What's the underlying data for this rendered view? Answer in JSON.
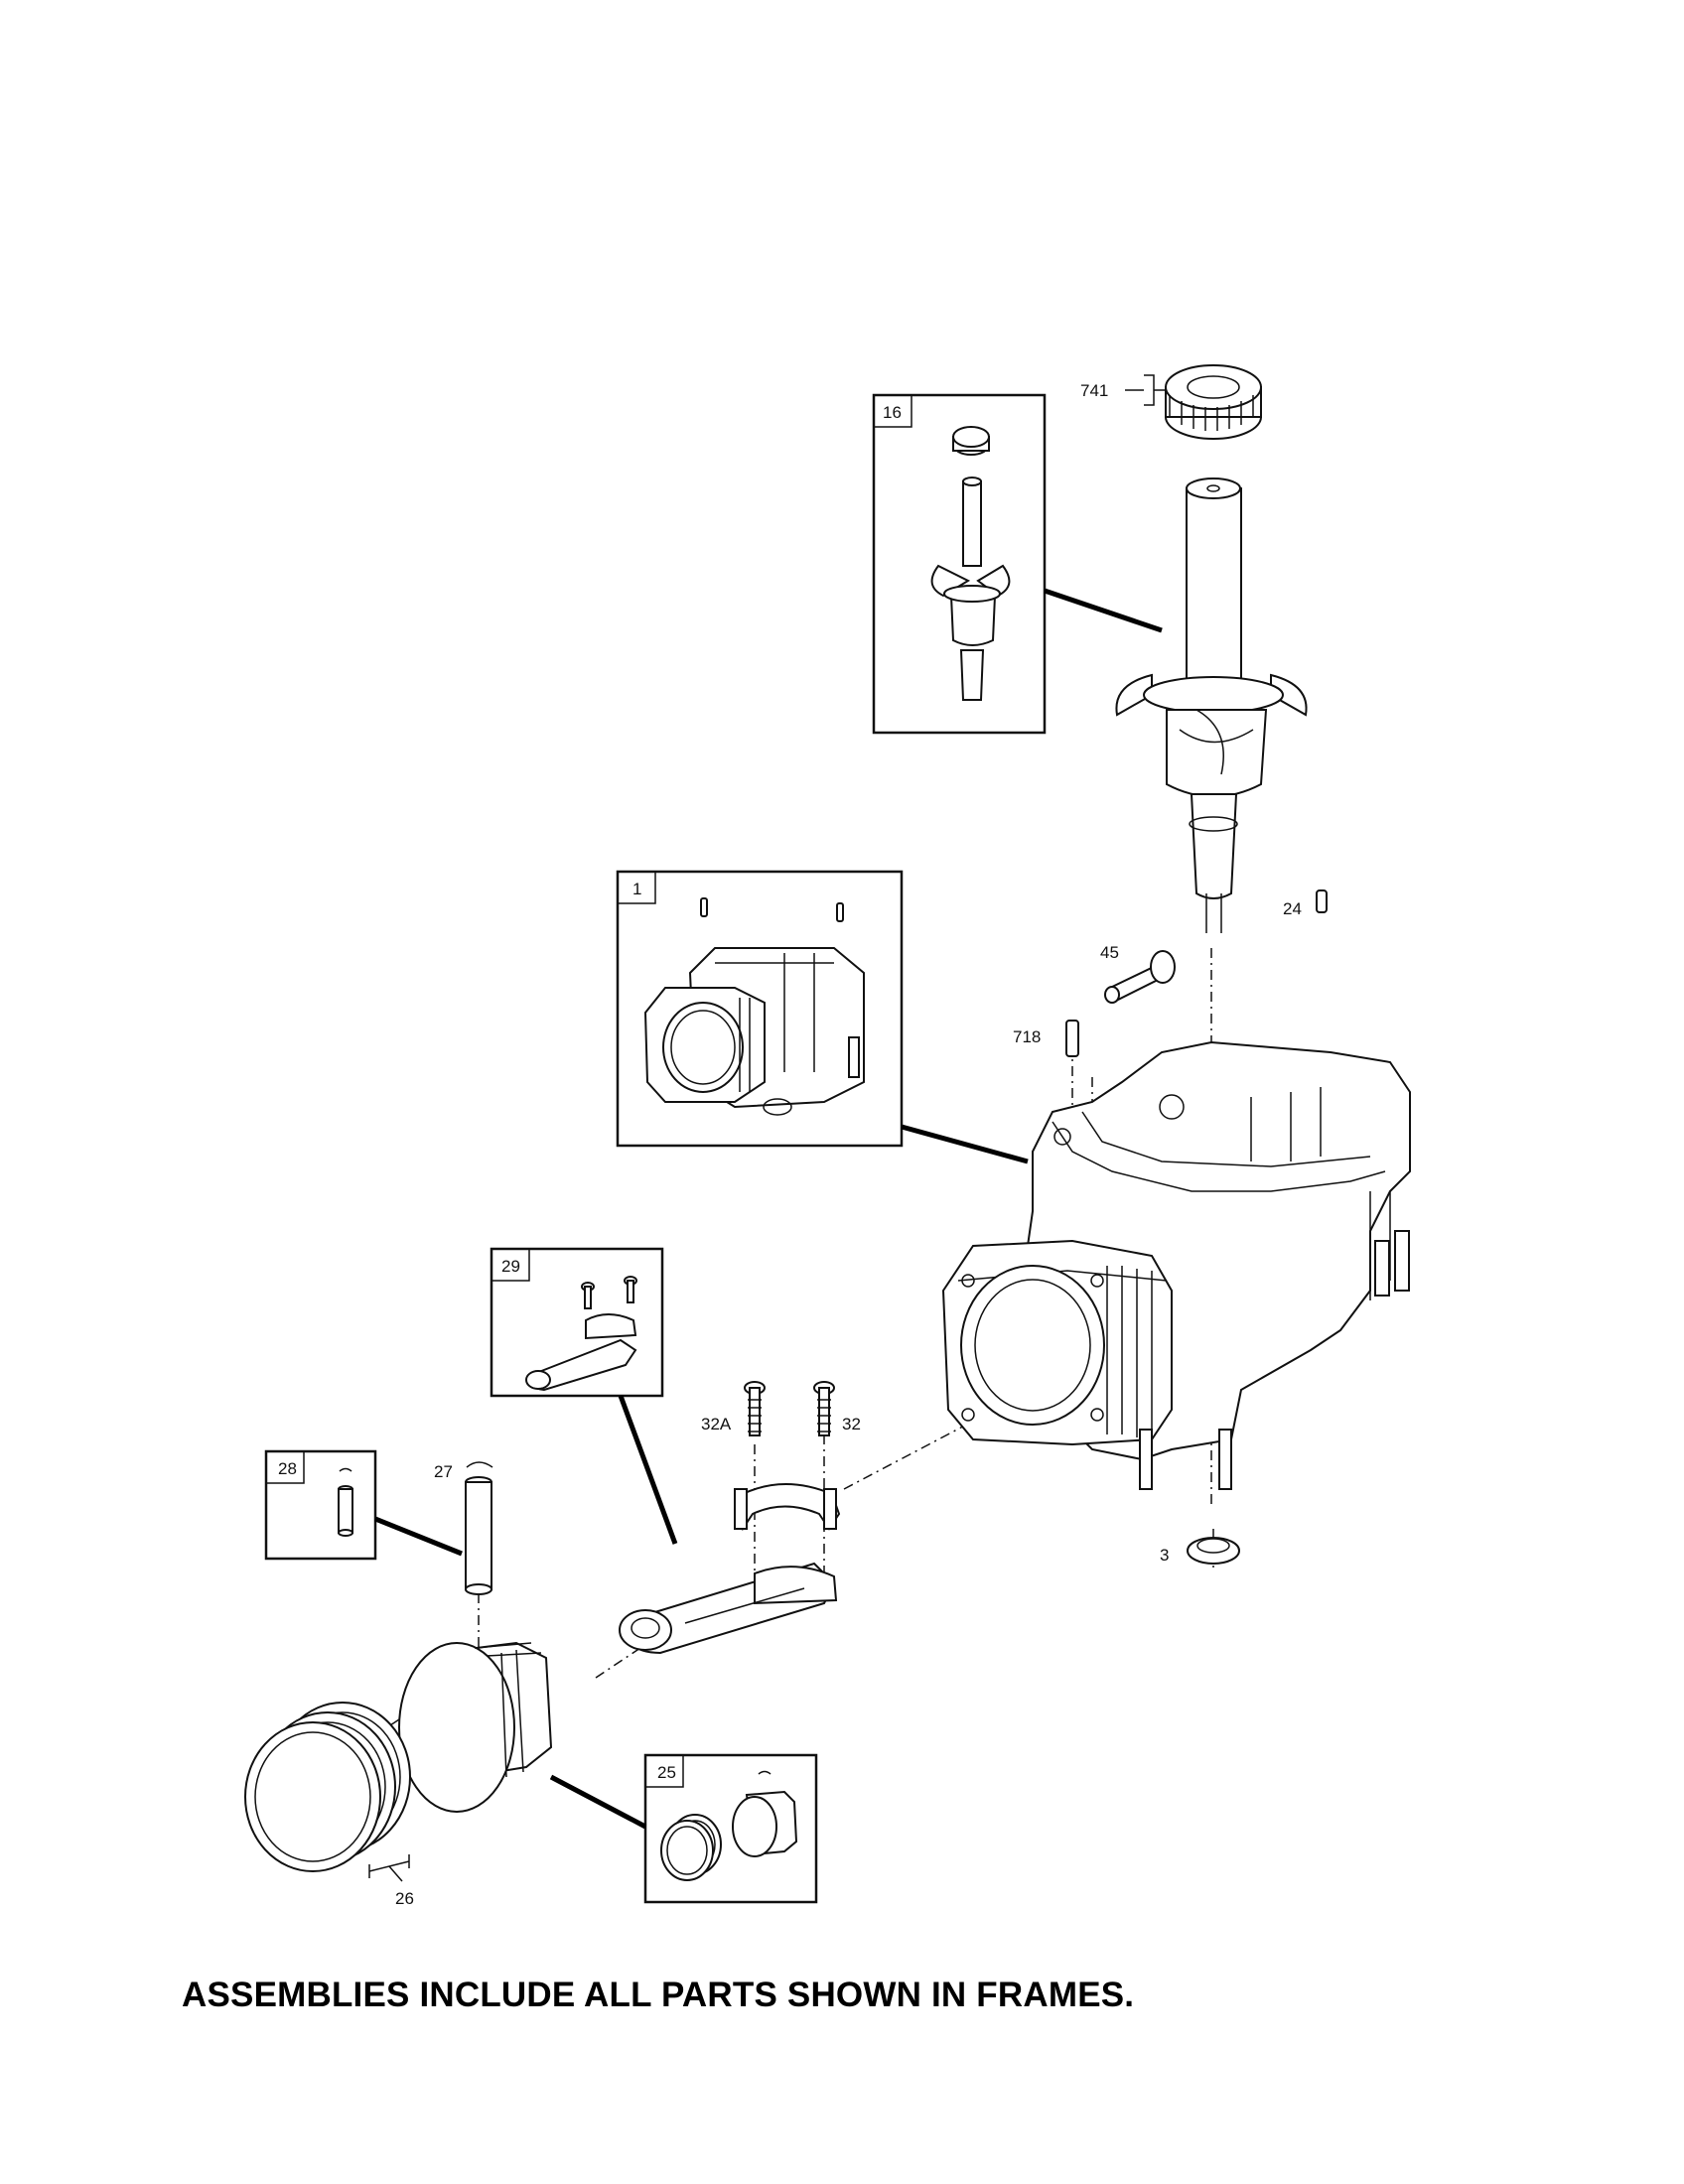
{
  "frames": [
    {
      "id": "frame-16",
      "number": "16"
    },
    {
      "id": "frame-1",
      "number": "1"
    },
    {
      "id": "frame-29",
      "number": "29"
    },
    {
      "id": "frame-28",
      "number": "28"
    },
    {
      "id": "frame-25",
      "number": "25"
    }
  ],
  "callouts": {
    "gear": "741",
    "dowel": "24",
    "breather": "45",
    "pin": "718",
    "seal": "3",
    "bolt_a": "32A",
    "bolt": "32",
    "clip": "27",
    "rings": "26"
  },
  "footer": "ASSEMBLIES INCLUDE ALL PARTS SHOWN IN FRAMES."
}
